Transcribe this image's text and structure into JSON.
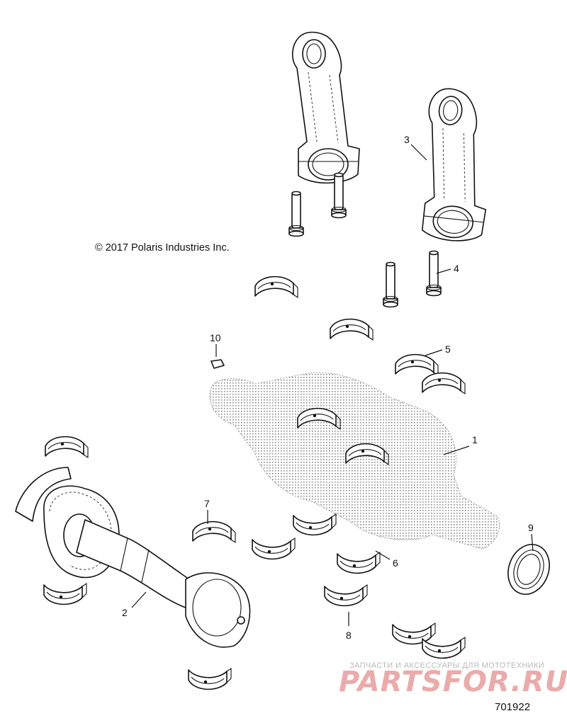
{
  "copyright": "© 2017 Polaris Industries Inc.",
  "reference_number": "701922",
  "watermark": {
    "tagline": "ЗАПЧАСТИ И АКСЕССУАРЫ ДЛЯ МОТОТЕХНИКИ",
    "logo": "PARTSFOR.RU"
  },
  "callouts": [
    {
      "id": "1",
      "label": "1"
    },
    {
      "id": "2",
      "label": "2"
    },
    {
      "id": "3",
      "label": "3"
    },
    {
      "id": "4",
      "label": "4"
    },
    {
      "id": "5",
      "label": "5"
    },
    {
      "id": "6",
      "label": "6"
    },
    {
      "id": "7",
      "label": "7"
    },
    {
      "id": "8",
      "label": "8"
    },
    {
      "id": "9",
      "label": "9"
    },
    {
      "id": "10",
      "label": "10"
    }
  ]
}
